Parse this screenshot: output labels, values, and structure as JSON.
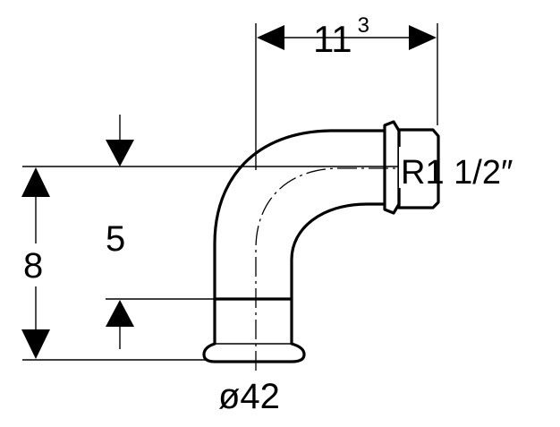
{
  "dimensions": {
    "width_main": "11",
    "width_sup": "3",
    "offset": "5",
    "height": "8",
    "thread": "R1 1/2″",
    "diameter": "ø42"
  }
}
